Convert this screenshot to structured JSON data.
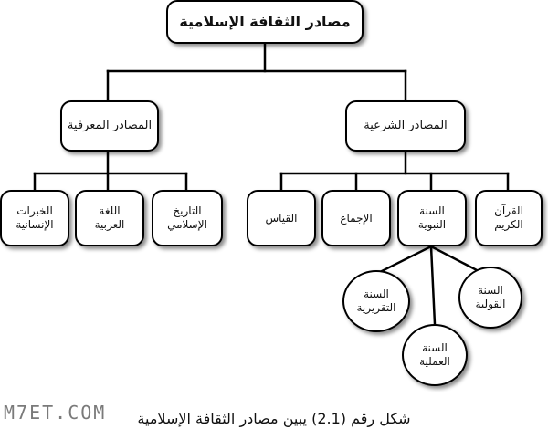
{
  "diagram": {
    "root": "مصادر الثقافة الإسلامية",
    "shari": "المصادر الشرعية",
    "marifi": "المصادر المعرفية",
    "quran": "القرآن الكريم",
    "sunnah": "السنة النبوية",
    "ijma": "الإجماع",
    "qiyas": "القياس",
    "tarikh": "التاريخ الإسلامي",
    "lugha": "اللغة العربية",
    "khibrat": "الخبرات الإنسانية",
    "qawliya": "السنة القولية",
    "taqririya": "السنة التقريرية",
    "amaliya": "السنة العملية"
  },
  "caption": "شكل رقم (2.1) يبين مصادر الثقافة الإسلامية",
  "watermark": "M7ET.COM"
}
